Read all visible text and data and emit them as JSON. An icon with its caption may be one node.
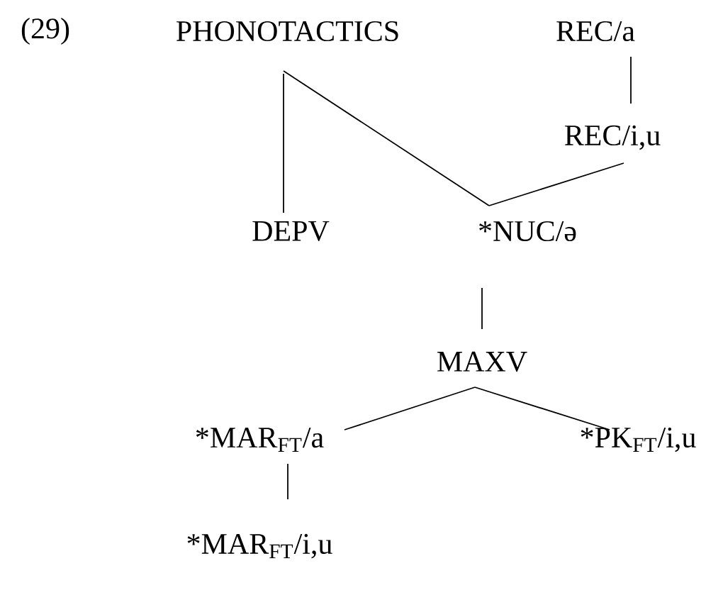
{
  "diagram": {
    "nodes": [
      {
        "text": [
          "PHONOTACTICS"
        ]
      },
      {
        "text": [
          "REC/a"
        ]
      },
      {
        "text": [
          "REC/i,u"
        ]
      },
      {
        "text": [
          "DEPV"
        ]
      },
      {
        "text": [
          "*NUC/ə"
        ]
      },
      {
        "text": [
          "MAXV"
        ]
      },
      {
        "text": [
          "*MAR$_{FT}$/a"
        ]
      },
      {
        "text": [
          "*PK$_{FT}$/i,u"
        ]
      },
      {
        "text": [
          "*MAR$_{FT}$/i,u"
        ]
      }
    ],
    "edges": [
      {
        "from": 0,
        "to": 3,
        "arrow": "none"
      },
      {
        "from": 0,
        "to": 4,
        "arrow": "none"
      },
      {
        "from": 1,
        "to": 2,
        "arrow": "none"
      },
      {
        "from": 2,
        "to": 4,
        "arrow": "none"
      },
      {
        "from": 4,
        "to": 5,
        "arrow": "none"
      },
      {
        "from": 5,
        "to": 6,
        "arrow": "none"
      },
      {
        "from": 5,
        "to": 7,
        "arrow": "none"
      },
      {
        "from": 6,
        "to": 8,
        "arrow": "none"
      }
    ],
    "labels": [
      "(29)"
    ]
  }
}
